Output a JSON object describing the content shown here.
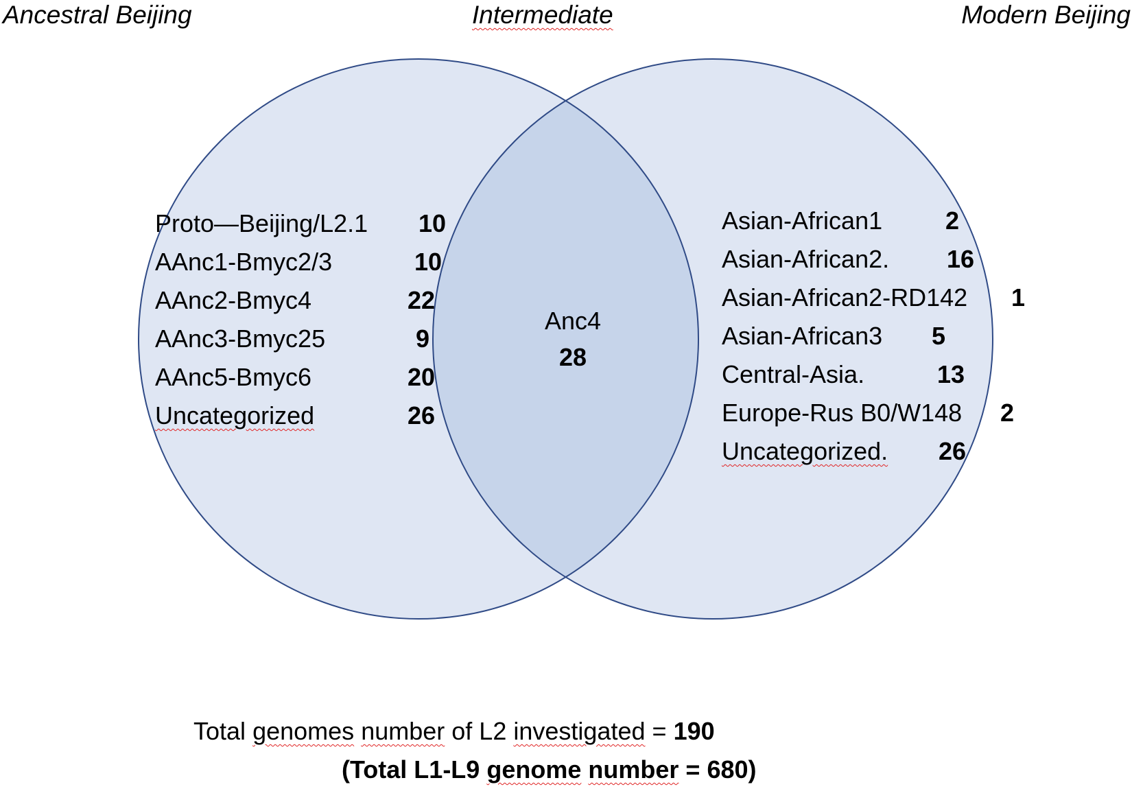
{
  "headings": {
    "left": "Ancestral Beijing",
    "middle": "Intermediate",
    "right": "Modern Beijing"
  },
  "left_groups": [
    {
      "label": "Proto—Beijing/L2.1",
      "count": "10"
    },
    {
      "label": "AAnc1-Bmyc2/3",
      "count": "10"
    },
    {
      "label": "AAnc2-Bmyc4",
      "count": "22"
    },
    {
      "label": "AAnc3-Bmyc25",
      "count": "9"
    },
    {
      "label": "AAnc5-Bmyc6",
      "count": "20"
    },
    {
      "label": "Uncategorized",
      "count": "26"
    }
  ],
  "center_group": {
    "label": "Anc4",
    "count": "28"
  },
  "right_groups": [
    {
      "label": "Asian-African1",
      "count": "2"
    },
    {
      "label": "Asian-African2.",
      "count": "16"
    },
    {
      "label": "Asian-African2-RD142",
      "count": "1"
    },
    {
      "label": "Asian-African3",
      "count": "5"
    },
    {
      "label": "Central-Asia.",
      "count": "13"
    },
    {
      "label": "Europe-Rus B0/W148",
      "count": "2"
    },
    {
      "label": "Uncategorized.",
      "count": "26"
    }
  ],
  "footer": {
    "line1_prefix": "Total",
    "line1_genomes": "genomes",
    "line1_number": "number",
    "line1_of": "of L2",
    "line1_investigated": "investigated",
    "line1_eq": "=",
    "line1_value": "190",
    "line2_open": "(Total L1-L9",
    "line2_genome": "genome",
    "line2_number": "number",
    "line2_close": "= 680)"
  },
  "colors": {
    "circle_fill": "#dfe6f3",
    "overlap_fill": "#c6d4ea",
    "circle_stroke": "#2f4a86"
  }
}
